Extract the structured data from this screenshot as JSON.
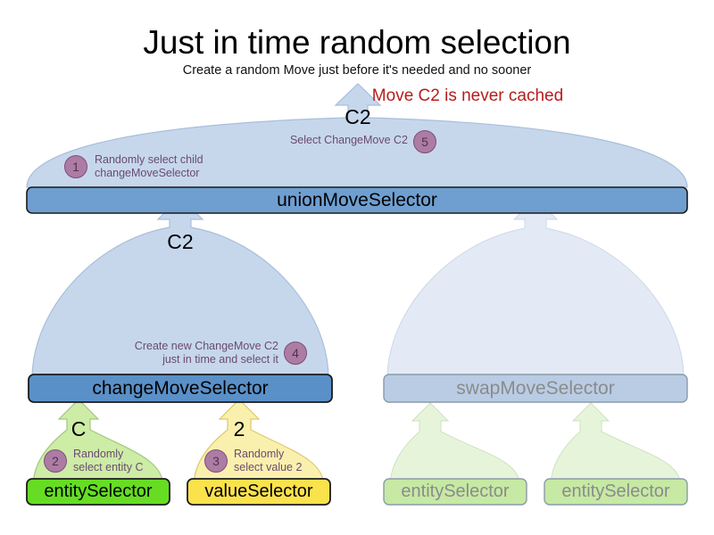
{
  "header": {
    "title": "Just in time random selection",
    "subtitle": "Create a random Move just before it's needed and no sooner",
    "warning": "Move C2 is never cached",
    "warning_color": "#b51d1d"
  },
  "colors": {
    "cone_blue": "#c6d7ec",
    "bar_blue": "#6f9fd0",
    "cone_blue_faded": "#e3eaf5",
    "bar_blue_faded": "#b9cce4",
    "cone_green": "#cdeca6",
    "box_green": "#66dd22",
    "cone_green_faded": "#e6f5da",
    "box_green_faded": "#c6e9a4",
    "cone_yellow": "#faf0ae",
    "box_yellow": "#fae24d",
    "badge_fill": "#ad7ca5",
    "badge_stroke": "#7d4f79",
    "note_text": "#6b4a72",
    "stroke_dark": "#1b1b1b",
    "stroke_faded": "#8b9aa8"
  },
  "nodes": {
    "union": {
      "label": "unionMoveSelector",
      "move_label": "C2"
    },
    "change": {
      "label": "changeMoveSelector",
      "move_label": "C2"
    },
    "swap": {
      "label": "swapMoveSelector"
    },
    "entity_left": {
      "label": "entitySelector",
      "move_label": "C"
    },
    "value_left": {
      "label": "valueSelector",
      "move_label": "2"
    },
    "entity_right_1": {
      "label": "entitySelector"
    },
    "entity_right_2": {
      "label": "entitySelector"
    }
  },
  "annotations": [
    {
      "step": "1",
      "text": "Randomly select child\nchangeMoveSelector"
    },
    {
      "step": "2",
      "text": "Randomly\nselect entity C"
    },
    {
      "step": "3",
      "text": "Randomly\nselect value 2"
    },
    {
      "step": "4",
      "text": "Create new ChangeMove C2\njust in time and select it"
    },
    {
      "step": "5",
      "text": "Select ChangeMove C2"
    }
  ]
}
